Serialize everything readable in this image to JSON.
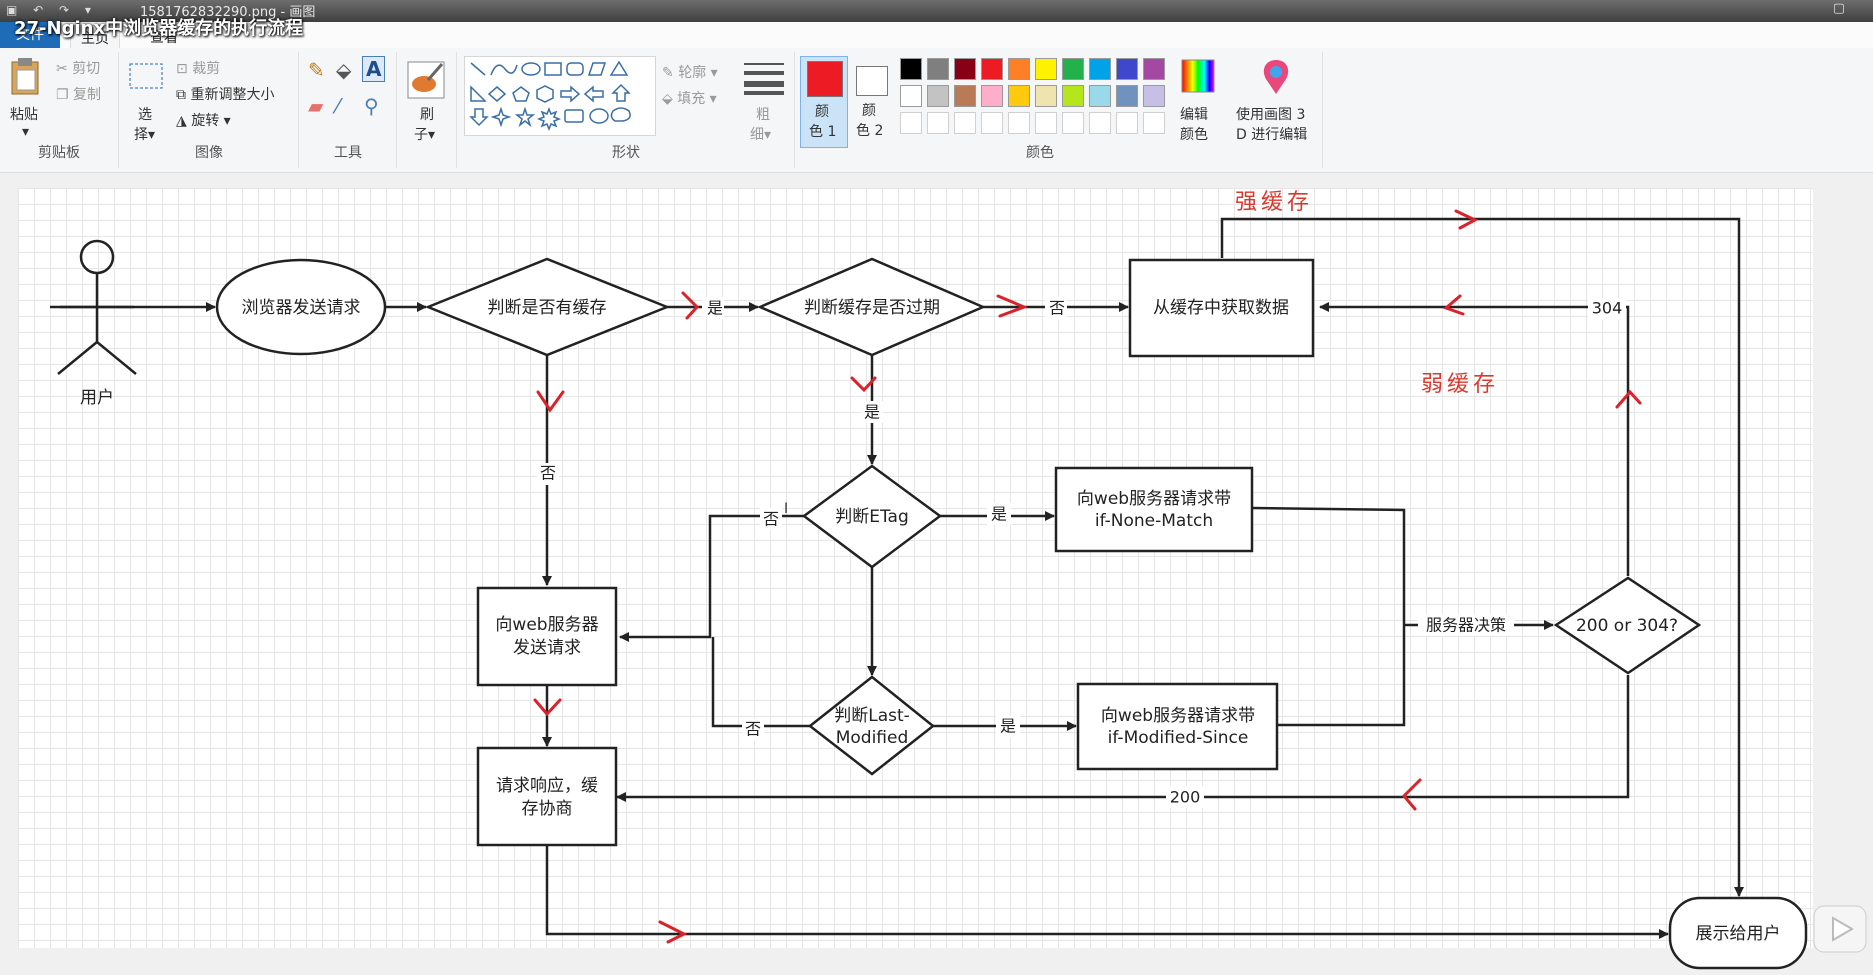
{
  "window": {
    "file_name": "1581762832290.png - 画图",
    "video_title": "27-Nginx中浏览器缓存的执行流程"
  },
  "menu": {
    "file": "文件",
    "home": "主页",
    "view": "查看"
  },
  "ribbon": {
    "clipboard": {
      "paste": "粘贴",
      "cut": "剪切",
      "copy": "复制",
      "group": "剪贴板"
    },
    "image": {
      "select_1": "选",
      "select_2": "择",
      "crop": "裁剪",
      "resize": "重新调整大小",
      "rotate": "旋转",
      "group": "图像"
    },
    "tools": {
      "group": "工具"
    },
    "brush": {
      "label_1": "刷",
      "label_2": "子"
    },
    "shapes": {
      "outline": "轮廓",
      "fill": "填充",
      "group": "形状"
    },
    "size": {
      "label_1": "粗",
      "label_2": "细"
    },
    "colors": {
      "color1_1": "颜",
      "color1_2": "色 1",
      "color2_1": "颜",
      "color2_2": "色 2",
      "edit_1": "编辑",
      "edit_2": "颜色",
      "paint3d_1": "使用画图 3",
      "paint3d_2": "D 进行编辑",
      "group": "颜色",
      "palette_row1": [
        "#000000",
        "#7f7f7f",
        "#880015",
        "#ed1c24",
        "#ff7f27",
        "#fff200",
        "#22b14c",
        "#00a2e8",
        "#3f48cc",
        "#a349a4"
      ],
      "palette_row2": [
        "#ffffff",
        "#c3c3c3",
        "#b97a57",
        "#ffaec9",
        "#ffc90e",
        "#efe4b0",
        "#b5e61d",
        "#99d9ea",
        "#7092be",
        "#c8bfe7"
      ],
      "primary": "#ed1c24"
    }
  },
  "flow": {
    "user": "用户",
    "browser_request": "浏览器发送请求",
    "has_cache": "判断是否有缓存",
    "cache_expired": "判断缓存是否过期",
    "get_from_cache": "从缓存中获取数据",
    "etag": "判断ETag",
    "none_match_1": "向web服务器请求带",
    "none_match_2": "if-None-Match",
    "last_modified_1": "判断Last-",
    "last_modified_2": "Modified",
    "modified_since_1": "向web服务器请求带",
    "modified_since_2": "if-Modified-Since",
    "send_request_1": "向web服务器",
    "send_request_2": "发送请求",
    "response_1": "请求响应，缓",
    "response_2": "存协商",
    "decision": "200 or 304?",
    "show_user": "展示给用户",
    "yes": "是",
    "no": "否",
    "server_decision": "服务器决策",
    "code_304": "304",
    "code_200": "200",
    "strong_cache": "强缓存",
    "weak_cache": "弱缓存"
  }
}
